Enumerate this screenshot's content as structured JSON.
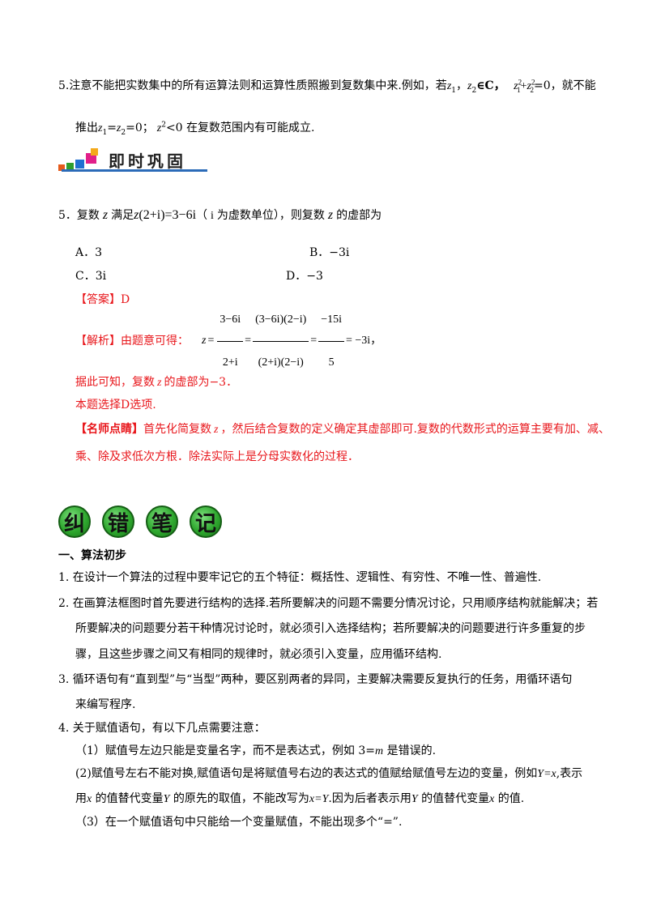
{
  "note5": {
    "num": "5.",
    "text1": "注意不能把实数集中的所有运算法则和运算性质照搬到复数集中来.例如，若",
    "vars": "z",
    "sub1": "1",
    "sep": "，",
    "sub2": "2",
    "in_c": "∈C，",
    "sq_term": "z",
    "sq_sum_eq": "=0",
    "text2": "，就不能",
    "line2a": "推出",
    "line2b": "=0；",
    "line2c": "<0 在复数范围内有可能成立."
  },
  "banner_immediate": {
    "title": "即时巩固"
  },
  "q5": {
    "stem_a": "5．复数",
    "stem_b": "满足",
    "stem_eq": "(2+i)=3−6i",
    "stem_c": "（",
    "stem_d": "为虚数单位），则复数",
    "stem_e": "的虚部为",
    "optA": "A．3",
    "optB": "B．−3i",
    "optC": "C．3i",
    "optD": "D．−3",
    "answer_label": "【答案】",
    "answer": "D",
    "jiexi_label": "【解析】",
    "jiexi_text": "由题意可得：",
    "eq_z": "z =",
    "f1_num": "3−6i",
    "f1_den": "2+i",
    "f2_num": "(3−6i)(2−i)",
    "f2_den": "(2+i)(2−i)",
    "f3_num": "−15i",
    "f3_den": "5",
    "eq_end": "= −3i，",
    "conclusion1a": "据此可知，复数",
    "conclusion1b": "的虚部为−3．",
    "conclusion2": "本题选择D选项.",
    "tip_label": "【名师点睛】",
    "tip1a": "首先化简复数",
    "tip1b": "，然后结合复数的定义确定其虚部即可.复数的代数形式的运算主要有加、减、",
    "tip2": "乘、除及求低次方根．除法实际上是分母实数化的过程．"
  },
  "banner_errors": {
    "chars": [
      "纠",
      "错",
      "笔",
      "记"
    ]
  },
  "section1": {
    "heading": "一、算法初步",
    "item1": "1. 在设计一个算法的过程中要牢记它的五个特征：概括性、逻辑性、有穷性、不唯一性、普遍性.",
    "item2_l1": "2. 在画算法框图时首先要进行结构的选择.若所要解决的问题不需要分情况讨论，只用顺序结构就能解决；若",
    "item2_l2": "所要解决的问题要分若干种情况讨论时，就必须引入选择结构；若所要解决的问题要进行许多重复的步",
    "item2_l3": "骤，且这些步骤之间又有相同的规律时，就必须引入变量，应用循环结构.",
    "item3_l1": "3. 循环语句有“直到型”与“当型”两种，要区别两者的异同，主要解决需要反复执行的任务，用循环语句",
    "item3_l2": "来编写程序.",
    "item4": "4. 关于赋值语句，有以下几点需要注意：",
    "sub1a": "（1）赋值号左边只能是变量名字，而不是表达式，例如 3=",
    "sub1m": "m",
    "sub1b": " 是错误的.",
    "sub2_l1a": "(2)赋值号左右不能对换,赋值语句是将赋值号右边的表达式的值赋给赋值号左边的变量，例如",
    "sub2_yx": "Y=x",
    "sub2_l1b": ",表示",
    "sub2_l2a": "用",
    "sub2_x": "x",
    "sub2_l2b": " 的值替代变量",
    "sub2_Y": "Y",
    "sub2_l2c": " 的原先的取值，不能改写为",
    "sub2_xY": "x=Y",
    "sub2_l2d": ".因为后者表示用",
    "sub2_l2e": " 的值替代变量",
    "sub2_l2f": " 的值.",
    "sub3": "（3）在一个赋值语句中只能给一个变量赋值，不能出现多个“=”."
  }
}
